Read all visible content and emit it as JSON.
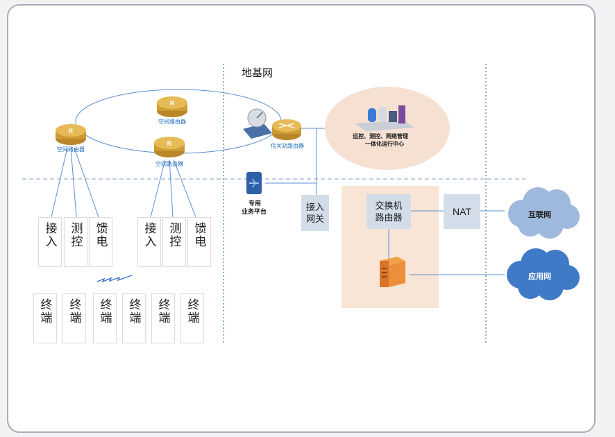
{
  "title": "地基网",
  "routers": {
    "space1": "空间路由器",
    "space2": "空间路由器",
    "space3": "空间路由器",
    "gateway": "信关站路由器"
  },
  "ops_center": {
    "line1": "运控、测控、网络管理",
    "line2": "一体化运行中心"
  },
  "platform": {
    "line1": "专用",
    "line2": "业务平台"
  },
  "access_gateway": "接入网关",
  "switch_router": "交换机路由器",
  "nat": "NAT",
  "internet": "互联网",
  "app_network": "应用网",
  "top_boxes": [
    "接入",
    "测控",
    "馈电",
    "接入",
    "测控",
    "馈电"
  ],
  "terminals": [
    "终端",
    "终端",
    "终端",
    "终端",
    "终端",
    "终端"
  ],
  "colors": {
    "router_gold": "#d8a63a",
    "line_blue": "#5b8fd0",
    "cloud_blue": "#9fb8dd",
    "dash_green": "#3f8a6a"
  }
}
